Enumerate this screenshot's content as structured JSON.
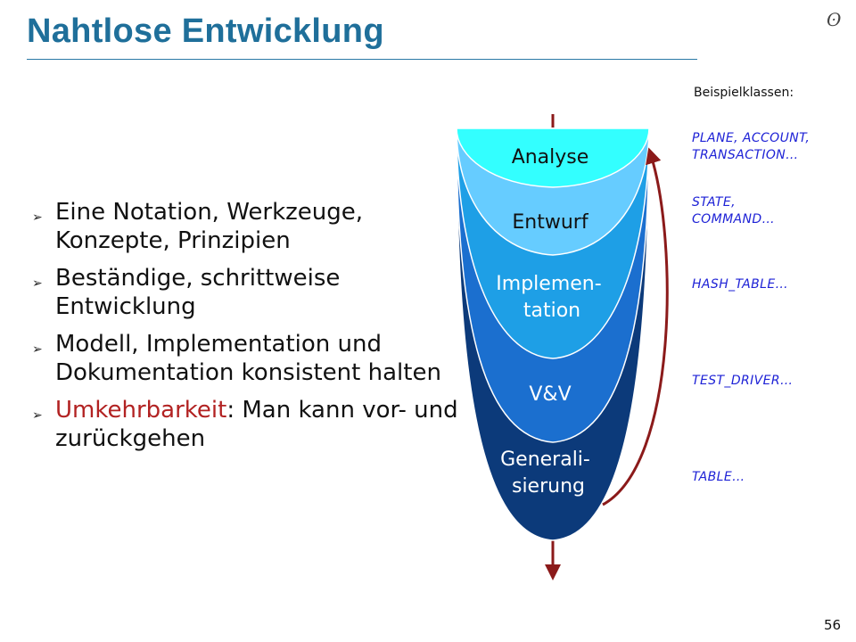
{
  "slide": {
    "title": "Nahtlose Entwicklung",
    "page_number": "56"
  },
  "bullets": [
    {
      "text": "Eine Notation, Werkzeuge, Konzepte, Prinzipien"
    },
    {
      "text": "Beständige, schrittweise Entwicklung"
    },
    {
      "text": "Modell, Implementation und Dokumentation konsistent halten"
    },
    {
      "highlight": "Umkehrbarkeit",
      "rest": ": Man kann vor- und zurückgehen"
    }
  ],
  "stages": [
    {
      "lines": [
        "Analyse"
      ],
      "color": "#33ffff"
    },
    {
      "lines": [
        "Entwurf"
      ],
      "color": "#66ccff"
    },
    {
      "lines": [
        "Implemen-",
        "tation"
      ],
      "color": "#1e9fe6"
    },
    {
      "lines": [
        "V&V"
      ],
      "color": "#1b6fcf"
    },
    {
      "lines": [
        "Generali-",
        "sierung"
      ],
      "color": "#0c3a7a"
    }
  ],
  "examples": {
    "heading": "Beispielklassen:",
    "items": [
      [
        "PLANE, ACCOUNT,",
        "TRANSACTION…"
      ],
      [
        "STATE,",
        "COMMAND…"
      ],
      [
        "HASH_TABLE…"
      ],
      [
        "TEST_DRIVER…"
      ],
      [
        "TABLE…"
      ]
    ]
  },
  "colors": {
    "title": "#1f6f9a",
    "arrow": "#8b1a1a",
    "highlight": "#b22222",
    "example_text": "#1e22d6"
  }
}
